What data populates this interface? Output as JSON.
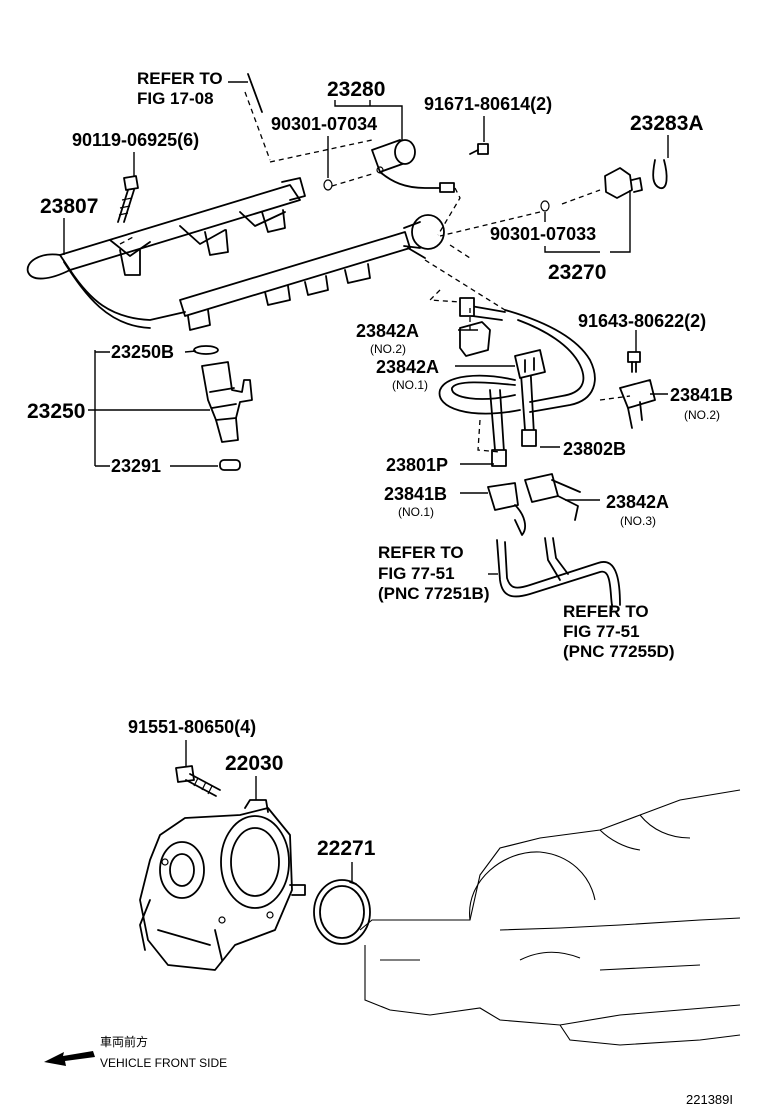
{
  "labels": {
    "refer_top": [
      "REFER TO",
      "FIG 17-08"
    ],
    "p23280": "23280",
    "p90301_07034": "90301-07034",
    "p91671": "91671-80614(2)",
    "p23283A": "23283A",
    "p90119": "90119-06925(6)",
    "p23807": "23807",
    "p90301_07033": "90301-07033",
    "p23270": "23270",
    "p23842A_no2": "23842A",
    "no2_a": "(NO.2)",
    "p91643": "91643-80622(2)",
    "p23250B": "23250B",
    "p23842A_no1": "23842A",
    "no1_a": "(NO.1)",
    "p23841B_no2": "23841B",
    "no2_b": "(NO.2)",
    "p23250": "23250",
    "p23802B": "23802B",
    "p23291": "23291",
    "p23801P": "23801P",
    "p23841B_no1": "23841B",
    "no1_b": "(NO.1)",
    "p23842A_no3": "23842A",
    "no3": "(NO.3)",
    "refer_mid": [
      "REFER TO",
      "FIG 77-51",
      "(PNC 77251B)"
    ],
    "refer_right": [
      "REFER TO",
      "FIG 77-51",
      "(PNC 77255D)"
    ],
    "p91551": "91551-80650(4)",
    "p22030": "22030",
    "p22271": "22271",
    "front_jp": "車両前方",
    "front_en": "VEHICLE FRONT SIDE",
    "fig_id": "221389I"
  },
  "icons": {
    "front_arrow": "arrow-left-down-icon"
  }
}
